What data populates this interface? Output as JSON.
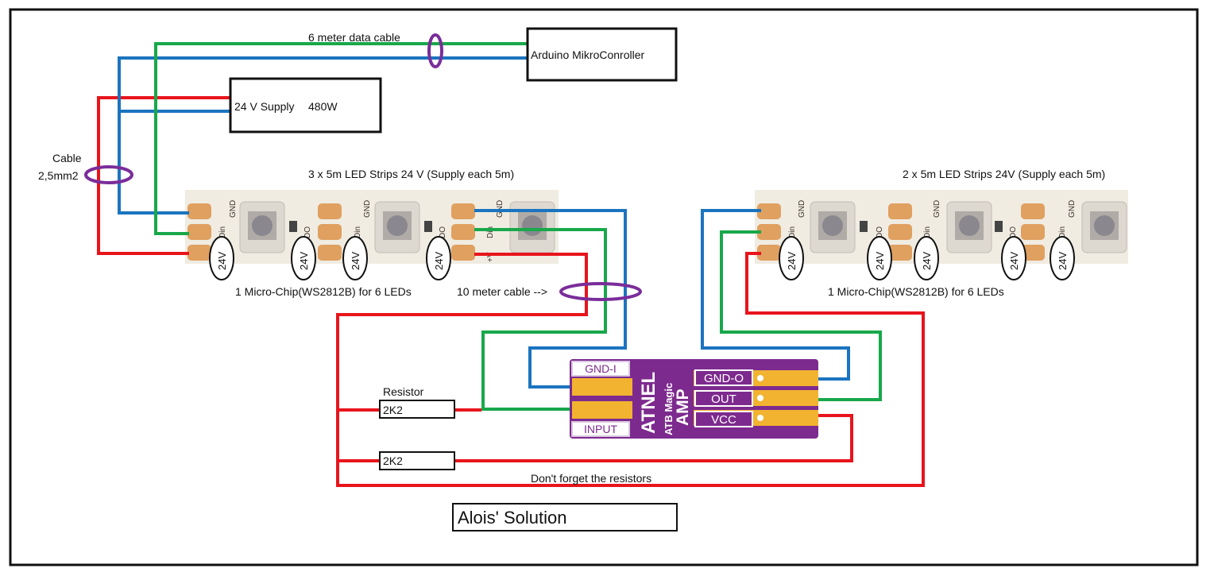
{
  "labels": {
    "data_cable": "6 meter data cable",
    "arduino": "Arduino MikroConroller",
    "supply_name": "24 V Supply",
    "supply_watt": "480W",
    "cable": "Cable",
    "cable_size": "2,5mm2",
    "strips_left": "3 x 5m LED Strips 24 V (Supply each 5m)",
    "strips_right": "2 x 5m LED Strips 24V (Supply each 5m)",
    "chip_note_left": "1 Micro-Chip(WS2812B) for 6 LEDs",
    "chip_note_right": "1 Micro-Chip(WS2812B) for 6 LEDs",
    "ten_meter": "10 meter cable -->",
    "resistor": "Resistor",
    "r1": "2K2",
    "r2": "2K2",
    "dont_forget": "Don't forget the resistors",
    "solution": "Alois' Solution"
  },
  "strip_markings": {
    "voltage": "24V",
    "din": "Din",
    "gnd": "GND",
    "do": "DO",
    "plus_v": "+V"
  },
  "amp": {
    "brand": "ATNEL",
    "model_line1": "ATB Magic",
    "model_line2": "AMP",
    "gnd_i": "GND-I",
    "input": "INPUT",
    "gnd_o": "GND-O",
    "out": "OUT",
    "vcc": "VCC"
  },
  "colors": {
    "power": "#e8141c",
    "ground": "#1b74bf",
    "data": "#18a84a",
    "ferrite": "#7a2d9a",
    "board": "#7d2a8e",
    "pad": "#f2b330",
    "strip": "#f0ece2",
    "led_pad": "#e0a060"
  }
}
